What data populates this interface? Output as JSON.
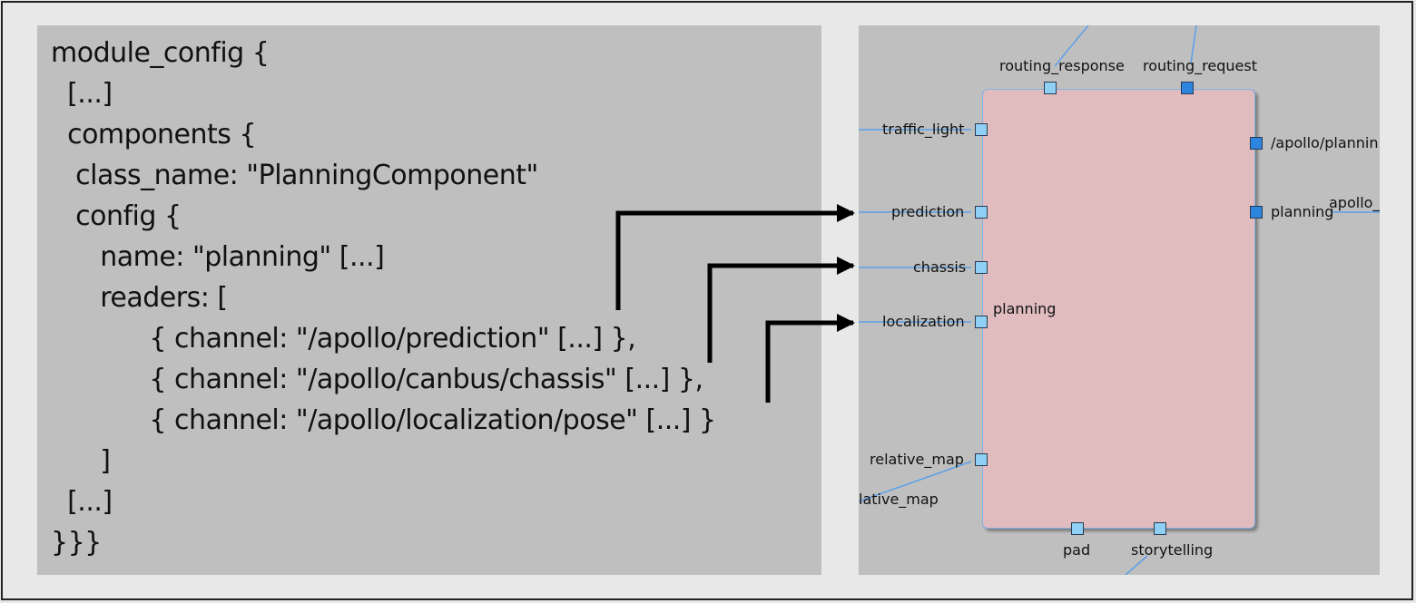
{
  "code": {
    "lines": [
      "module_config {",
      "  [...]",
      "  components {",
      "   class_name: \"PlanningComponent\"",
      "   config {",
      "      name: \"planning\" [...]",
      "      readers: [",
      "            { channel: \"/apollo/prediction\" [...] },",
      "            { channel: \"/apollo/canbus/chassis\" [...] },",
      "            { channel: \"/apollo/localization/pose\" [...] }",
      "      ]",
      "  [...]",
      "}}}"
    ]
  },
  "diagram": {
    "component_label": "planning",
    "ports": {
      "routing_response": "routing_response",
      "routing_request": "routing_request",
      "traffic_light": "traffic_light",
      "prediction": "prediction",
      "chassis": "chassis",
      "localization": "localization",
      "relative_map": "relative_map",
      "pad": "pad",
      "storytelling": "storytelling",
      "apollo_planning": "/apollo/plannin",
      "planning_out": "planning"
    },
    "edge_labels": {
      "apollo_cut": "apollo_",
      "relative_map_cut": "lative_map"
    },
    "colors": {
      "component_fill": "#e0bcbf",
      "input_port": "#8fd0f4",
      "output_port": "#2c86e0",
      "edge": "#5aa0e6",
      "arrow": "#000000"
    }
  }
}
